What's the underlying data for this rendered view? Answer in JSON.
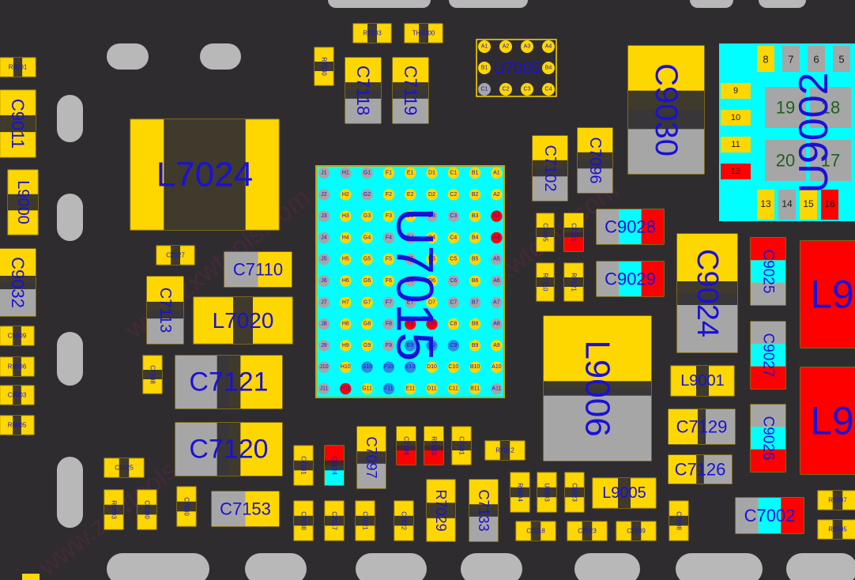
{
  "colors": {
    "board": "#2f2c30",
    "pad_yellow": "#ffd700",
    "pad_gray": "#a6a6a6",
    "pad_cyan": "#00ffff",
    "pad_red": "#ff0000",
    "body_dark": "#2f2c30",
    "label_blue": "#1a10d8",
    "green_text": "#1f5f1f",
    "bga_yellow": "#ffd700",
    "bga_gray": "#a6a6a6",
    "bga_blue": "#2b8be0",
    "bga_red": "#ff0000",
    "slot": "#b8b8b8",
    "watermark": "#5a2a40"
  },
  "watermark": "www.zxwtools.com",
  "bga_u7015": {
    "label": "U7015",
    "rows": [
      "J",
      "H",
      "G",
      "F",
      "E",
      "D",
      "C",
      "B",
      "A"
    ],
    "cols": 11
  },
  "bga_u7005": {
    "label": "U7005",
    "balls": [
      [
        "A1",
        "A2",
        "A3",
        "A4"
      ],
      [
        "B1",
        "",
        "",
        "B4"
      ],
      [
        "C1",
        "C2",
        "C3",
        "C4"
      ]
    ]
  },
  "u9002": {
    "label": "U9002",
    "pins": {
      "p1": "19",
      "p2": "18",
      "p3": "20",
      "p4": "17",
      "top": [
        "8",
        "7",
        "6",
        "5"
      ],
      "left": [
        "9",
        "10",
        "11",
        "12"
      ],
      "bottom": [
        "13",
        "14",
        "15",
        "16"
      ]
    }
  },
  "parts": {
    "L7024": "L7024",
    "L7020": "L7020",
    "L9006": "L9006",
    "L9001": "L9001",
    "L9005": "L9005",
    "L9000": "L9000",
    "L9_a": "L9",
    "L9_b": "L9",
    "C7121": "C7121",
    "C7120": "C7120",
    "C7110": "C7110",
    "C7153": "C7153",
    "C7113": "C7113",
    "C7118": "C7118",
    "C7119": "C7119",
    "C7102": "C7102",
    "C7096": "C7096",
    "C9030": "C9030",
    "C9028": "C9028",
    "C9029": "C9029",
    "C9024": "C9024",
    "C9025": "C9025",
    "C9027": "C9027",
    "C9026": "C9026",
    "C7129": "C7129",
    "C7126": "C7126",
    "C7002": "C7002",
    "C7097": "C7097",
    "C7133": "C7133",
    "R7029": "R7029",
    "C9011": "C9011",
    "C9032": "C9032",
    "R7103": "R7103",
    "TH7000": "TH7000",
    "R7030": "R7030",
    "R9001": "R9001",
    "C7027": "C7027",
    "C7005": "C7005",
    "C7131": "C7131",
    "R7110": "R7110",
    "R7121": "R7121",
    "C9009": "C9009",
    "R9006": "R9006",
    "C9003": "C9003",
    "R9005": "R9005",
    "C7108": "C7108",
    "C7025": "C7025",
    "R9003": "R9003",
    "C9000": "C9000",
    "C7030": "C7030",
    "C7031": "C7031",
    "C7124": "C7124",
    "C7104": "C7104",
    "R7003": "R7003",
    "C7001": "C7001",
    "R7012": "R7012",
    "C7038": "C7038",
    "C7017": "C7017",
    "C7021": "C7021",
    "C7022": "C7022",
    "R9004": "R9004",
    "U9003": "U9003",
    "C9023": "C9023",
    "C7018": "C7018",
    "C7023": "C7023",
    "C7039": "C7039",
    "C7008": "C7008",
    "R7007": "R7007",
    "R7005": "R7005"
  }
}
